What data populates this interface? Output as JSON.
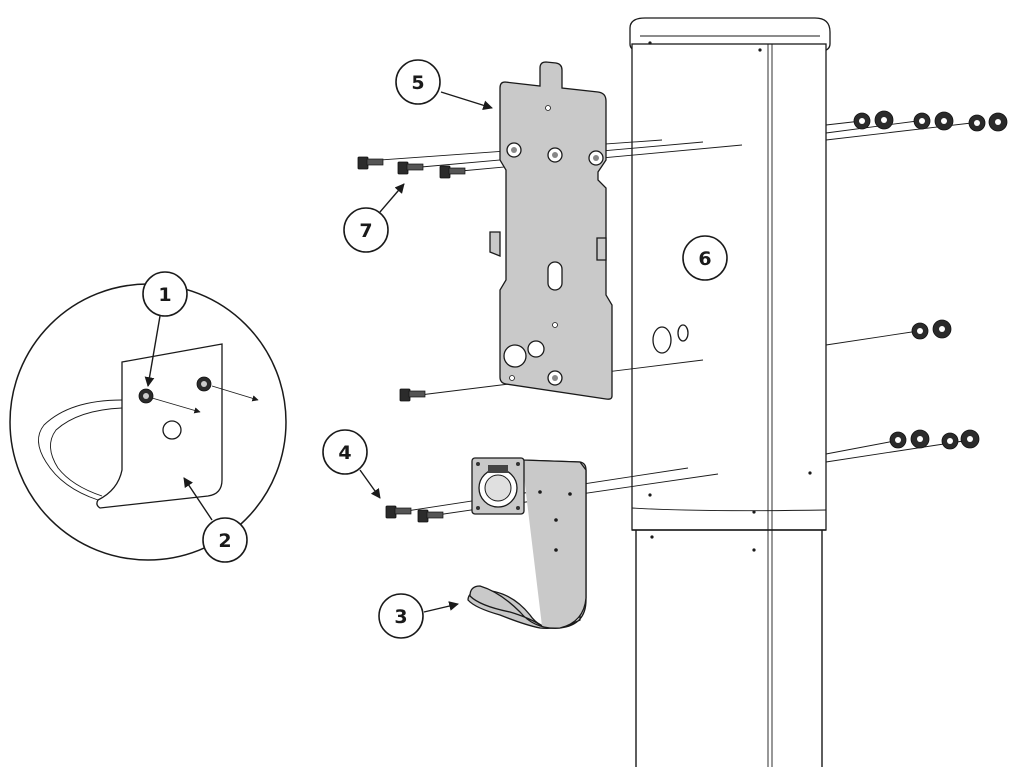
{
  "callouts": [
    {
      "id": "1",
      "label": "1"
    },
    {
      "id": "2",
      "label": "2"
    },
    {
      "id": "3",
      "label": "3"
    },
    {
      "id": "4",
      "label": "4"
    },
    {
      "id": "5",
      "label": "5"
    },
    {
      "id": "6",
      "label": "6"
    },
    {
      "id": "7",
      "label": "7"
    }
  ],
  "colors": {
    "line": "#1a1a1a",
    "plate": "#c9c9c9",
    "background": "#ffffff"
  }
}
